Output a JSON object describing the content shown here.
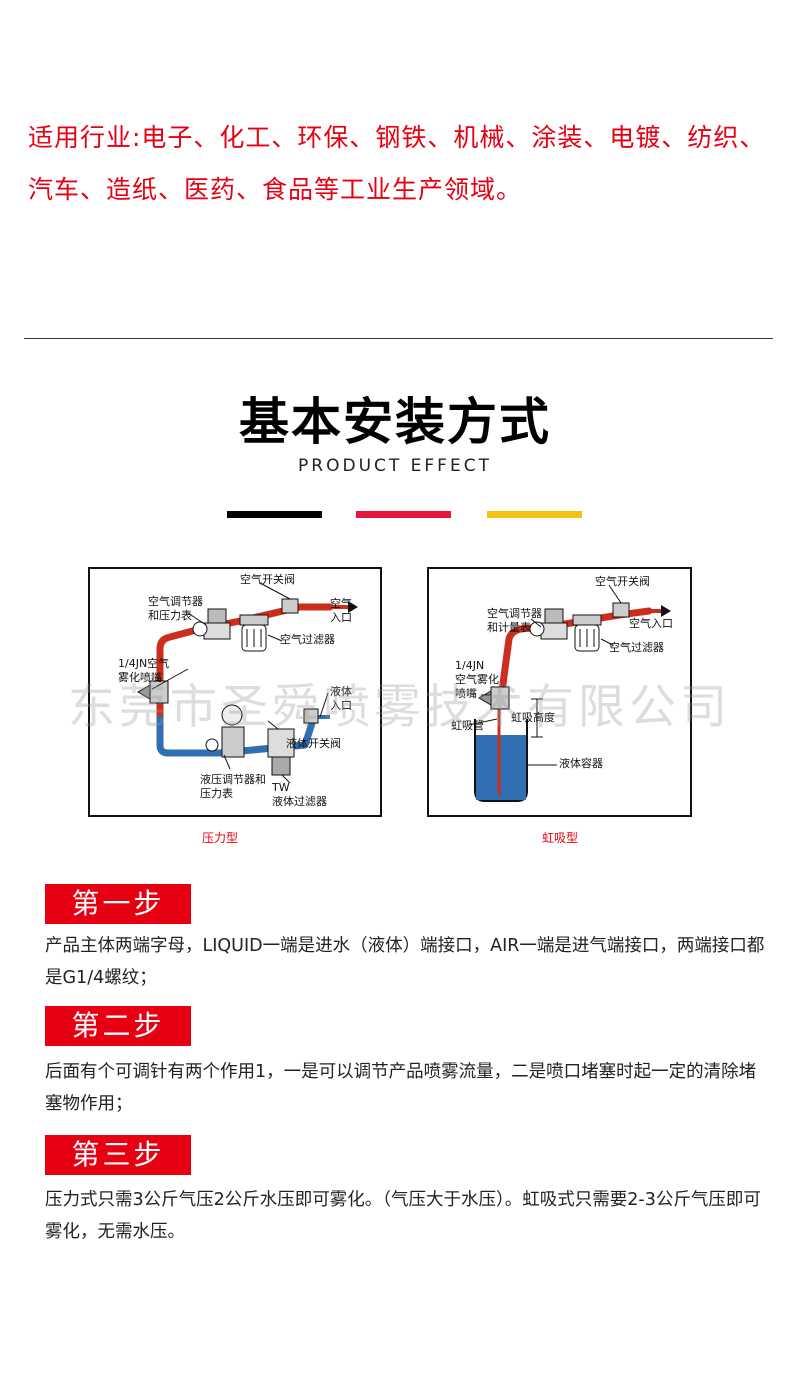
{
  "industry_text": "适用行业:电子、化工、环保、钢铁、机械、涂装、电镀、纺织、汽车、造纸、医药、食品等工业生产领域。",
  "section_title": "基本安装方式",
  "section_subtitle": "PRODUCT EFFECT",
  "accent_colors": [
    "#000000",
    "#e8163a",
    "#f1c40f"
  ],
  "diagram_pressure": {
    "caption": "压力型",
    "labels": {
      "air_switch": "空气开关阀",
      "air_regulator": "空气调节器\n和压力表",
      "air_inlet": "空气\n入口",
      "air_filter": "空气过滤器",
      "nozzle": "1/4JN空气\n雾化喷嘴",
      "liquid_inlet": "液体\n入口",
      "liquid_switch": "液体开关阀",
      "liquid_regulator": "液压调节器和\n压力表",
      "liquid_filter": "TW\n液体过滤器"
    }
  },
  "diagram_siphon": {
    "caption": "虹吸型",
    "labels": {
      "air_switch": "空气开关阀",
      "air_regulator": "空气调节器\n和计量表",
      "air_inlet": "空气入口",
      "air_filter": "空气过滤器",
      "nozzle": "1/4JN\n空气雾化\n喷嘴",
      "siphon_height": "虹吸高度",
      "siphon_tube": "虹吸管",
      "container": "液体容器"
    }
  },
  "watermark": "东莞市圣舜喷雾技术有限公司",
  "steps": [
    {
      "title": "第一步",
      "text": "产品主体两端字母，LIQUID一端是进水（液体）端接口，AIR一端是进气端接口，两端接口都是G1/4螺纹；"
    },
    {
      "title": "第二步",
      "text": "后面有个可调针有两个作用1，一是可以调节产品喷雾流量，二是喷口堵塞时起一定的清除堵塞物作用；"
    },
    {
      "title": "第三步",
      "text": "压力式只需3公斤气压2公斤水压即可雾化。（气压大于水压）。虹吸式只需要2-3公斤气压即可雾化，无需水压。"
    }
  ]
}
